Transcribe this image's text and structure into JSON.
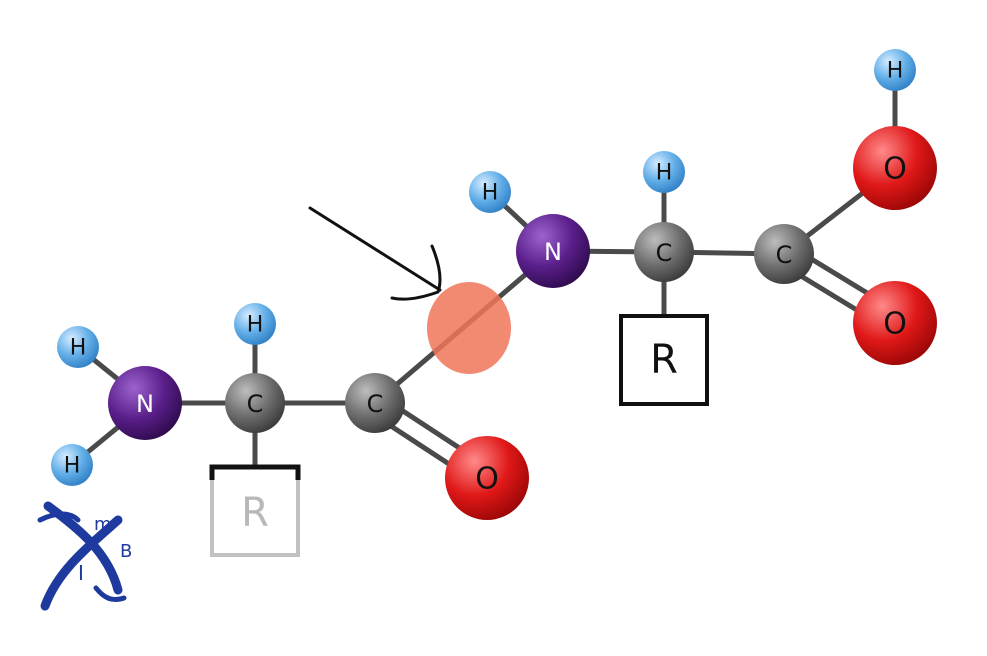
{
  "molecule": {
    "atoms": {
      "h1": "H",
      "h2": "H",
      "n1": "N",
      "c1": "C",
      "h3": "H",
      "c2": "C",
      "o1": "O",
      "h4": "H",
      "n2": "N",
      "c3": "C",
      "h5": "H",
      "c4": "C",
      "o2": "O",
      "o3": "O",
      "h6": "H"
    },
    "side_chains": {
      "r1": "R",
      "r2": "R"
    }
  },
  "logo": {
    "text_m": "m",
    "text_b": "B",
    "text_i": "I"
  },
  "colors": {
    "hydrogen": "#5aa9e6",
    "nitrogen": "#5a1f8a",
    "carbon": "#6b6b6b",
    "oxygen": "#e01818",
    "highlight": "#f07458",
    "logo": "#1e3a9e",
    "faded": "#b8b8b8"
  }
}
